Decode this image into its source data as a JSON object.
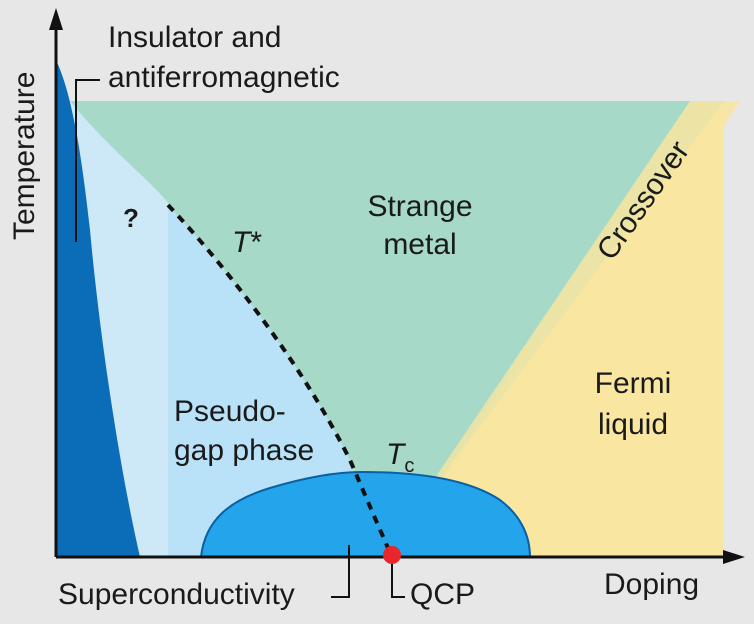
{
  "axes": {
    "y_label": "Temperature",
    "x_label": "Doping"
  },
  "regions": {
    "insulator_label_line1": "Insulator and",
    "insulator_label_line2": "antiferromagnetic",
    "unknown_marker": "?",
    "strange_metal_line1": "Strange",
    "strange_metal_line2": "metal",
    "crossover_label": "Crossover",
    "fermi_liquid_line1": "Fermi",
    "fermi_liquid_line2": "liquid",
    "pseudogap_line1": "Pseudo-",
    "pseudogap_line2": "gap phase",
    "superconductivity_label": "Superconductivity",
    "qcp_label": "QCP"
  },
  "curves": {
    "t_star_base": "T",
    "t_star_suffix": "*",
    "tc_base": "T",
    "tc_subscript": "c"
  },
  "colors": {
    "insulator": "#0b6cb8",
    "light_blue": "#cde8f7",
    "pseudogap": "#b9e1f7",
    "strange_metal": "#a6d9c7",
    "fermi_liquid": "#f9e6a0",
    "superconducting_dome": "#24a4ea",
    "dome_outline": "#0b5fa3",
    "qcp_dot": "#e8262c",
    "axis": "#111111"
  }
}
